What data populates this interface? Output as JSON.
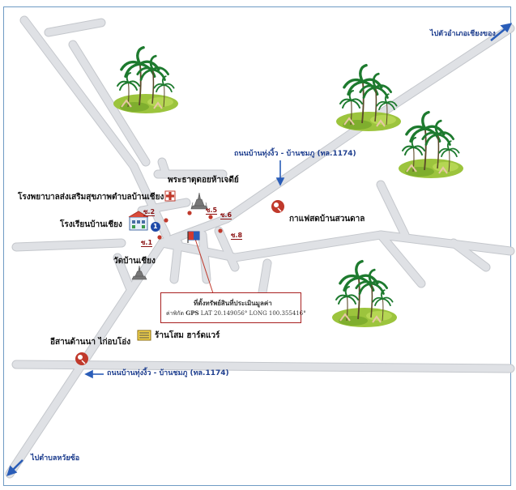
{
  "map": {
    "directions": {
      "to_chiang_khong": "ไปตัวอำเภอเชียงของ",
      "to_huai_so": "ไปตำบลหวัยซ้อ"
    },
    "road_labels": {
      "upper": "ถนนบ้านทุ่งงิ้ว - บ้านชมภู (ทล.1174)",
      "lower": "ถนนบ้านทุ่งงิ้ว - บ้านชมภู (ทล.1174)"
    },
    "landmarks": {
      "hospital": "โรงพยาบาลส่งเสริมสุขภาพตำบลบ้านเชียง",
      "school": "โรงเรียนบ้านเชียง",
      "school_badge": "1",
      "pagoda": "พระธาตุดอยห้าเจดีย์",
      "temple": "วัดบ้านเชียง",
      "coffee": "กาแฟสดบ้านสวนดาล",
      "restaurant": "อีสานด้านนา ไก่อบโอ่ง",
      "hardware": "ร้านโสม ฮาร์ดแวร์"
    },
    "soi": {
      "s1": "ซ.1",
      "s2": "ซ.2",
      "s5": "ซ.5",
      "s6": "ซ.6",
      "s8": "ซ.8"
    },
    "property_box": {
      "line1": "ที่ตั้งทรัพย์สินที่ประเมินมูลค่า",
      "line2_prefix": "ค่าพิกัด",
      "gps_label": "GPS",
      "line2_coords": "LAT 20.149056°  LONG 100.355416°"
    },
    "colors": {
      "road": "#dfe1e5",
      "road_edge": "#c4c7cc",
      "label_blue": "#1f3f8f",
      "arrow_blue": "#2a5db8",
      "marker_red": "#c0392b",
      "grass": "#9cc43d",
      "palm": "#1d7a2e"
    },
    "icons": {
      "tree_cluster": "palm-tree-icon",
      "hospital": "red-cross-icon",
      "temple": "pagoda-icon",
      "restaurant": "red-circle-marker-icon",
      "property": "flag-icon"
    }
  }
}
